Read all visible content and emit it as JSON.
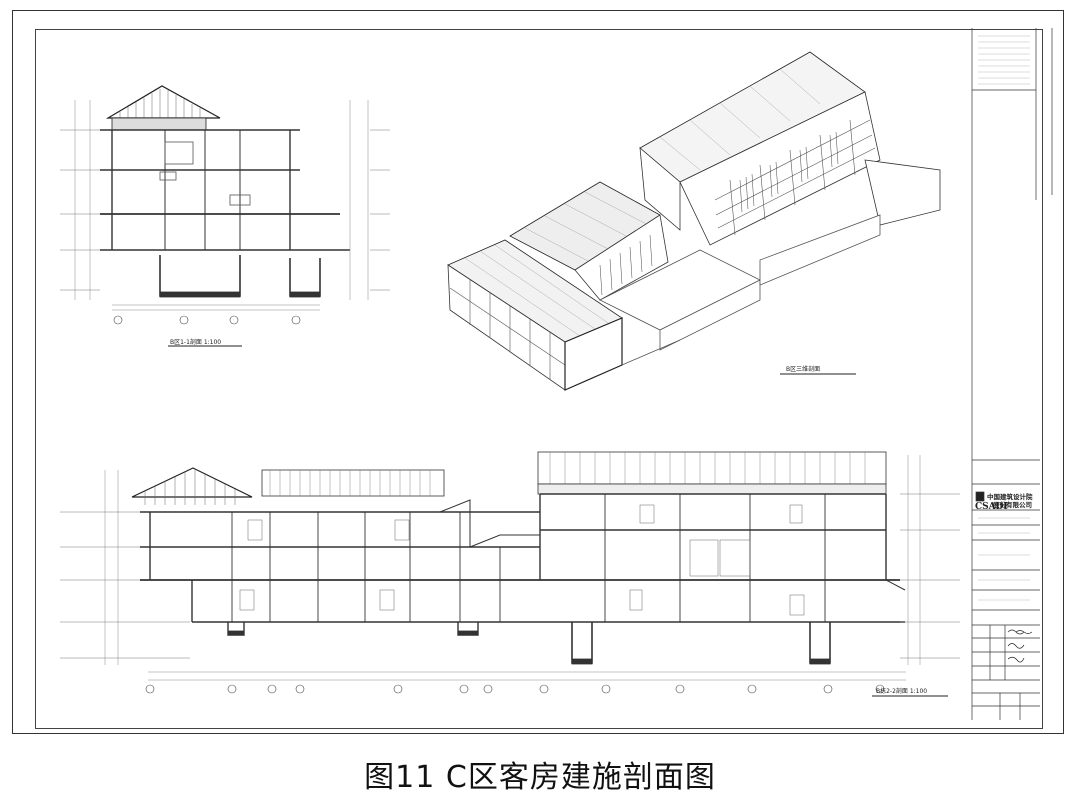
{
  "caption": "图11 C区客房建施剖面图",
  "drawings": {
    "section_1_1": {
      "title": "B区1-1剖面",
      "scale": "1:100"
    },
    "axon": {
      "title": "B区三维剖面"
    },
    "section_2_2": {
      "title": "B栋2-2剖面",
      "scale": "1:100"
    }
  },
  "title_block": {
    "company_cn_1": "中国建筑设计院",
    "company_cn_2": "股份有限公司",
    "company_en": "CSADI"
  },
  "colors": {
    "line": "#333333",
    "roof_fill": "#555555",
    "light_line": "#888888"
  }
}
